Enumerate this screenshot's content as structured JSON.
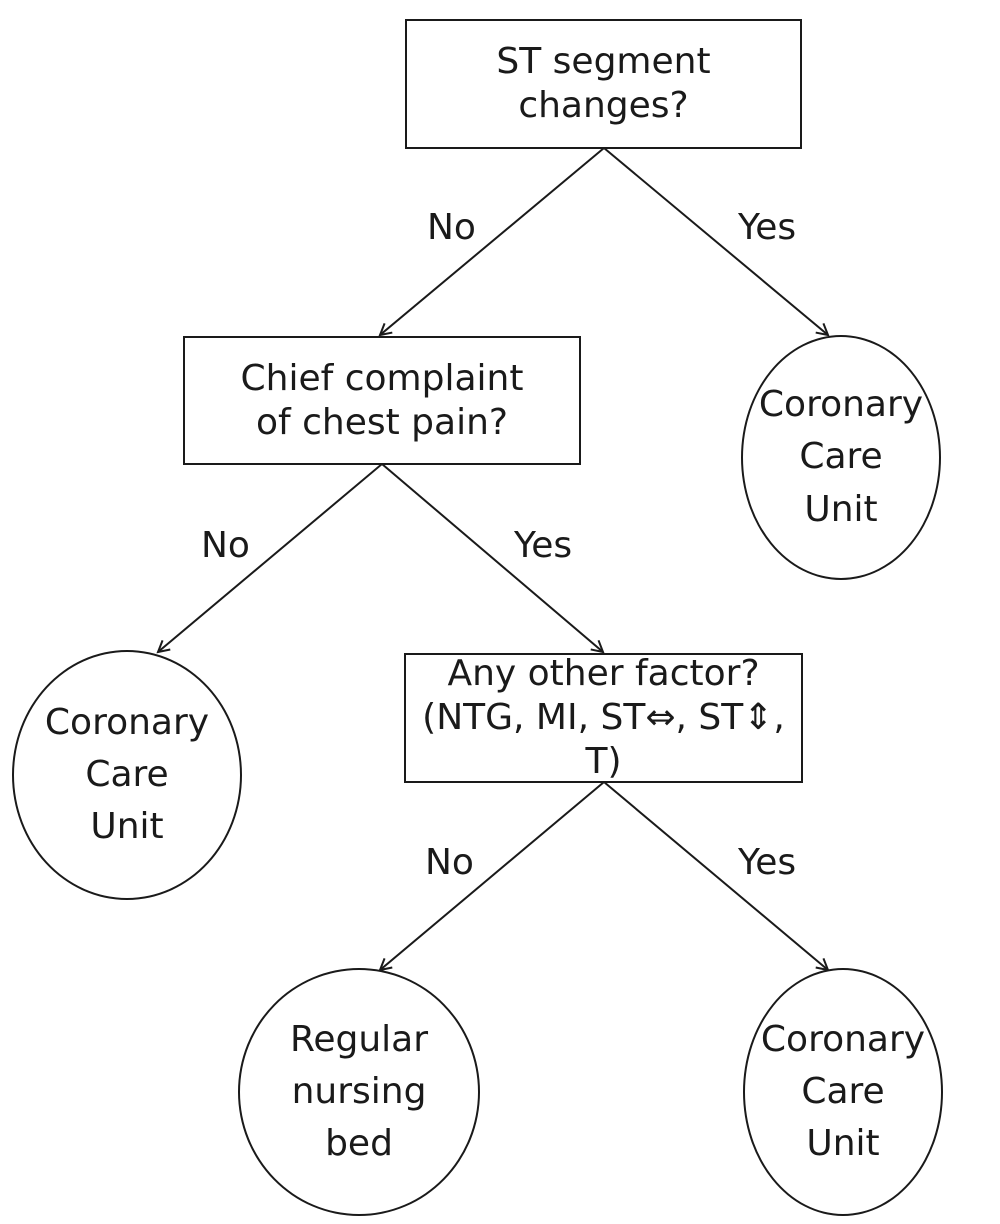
{
  "nodes": {
    "q1": {
      "lines": [
        "ST segment changes?"
      ]
    },
    "q2": {
      "lines": [
        "Chief complaint",
        "of chest pain?"
      ]
    },
    "q3": {
      "lines": [
        "Any other factor?",
        "(NTG, MI, ST⇔, ST⇕, T)"
      ]
    },
    "ccu1": {
      "lines": [
        "Coronary",
        "Care",
        "Unit"
      ]
    },
    "ccu2": {
      "lines": [
        "Coronary",
        "Care",
        "Unit"
      ]
    },
    "ccu3": {
      "lines": [
        "Coronary",
        "Care",
        "Unit"
      ]
    },
    "regular": {
      "lines": [
        "Regular",
        "nursing",
        "bed"
      ]
    }
  },
  "edges": {
    "q1_no": "No",
    "q1_yes": "Yes",
    "q2_no": "No",
    "q2_yes": "Yes",
    "q3_no": "No",
    "q3_yes": "Yes"
  }
}
